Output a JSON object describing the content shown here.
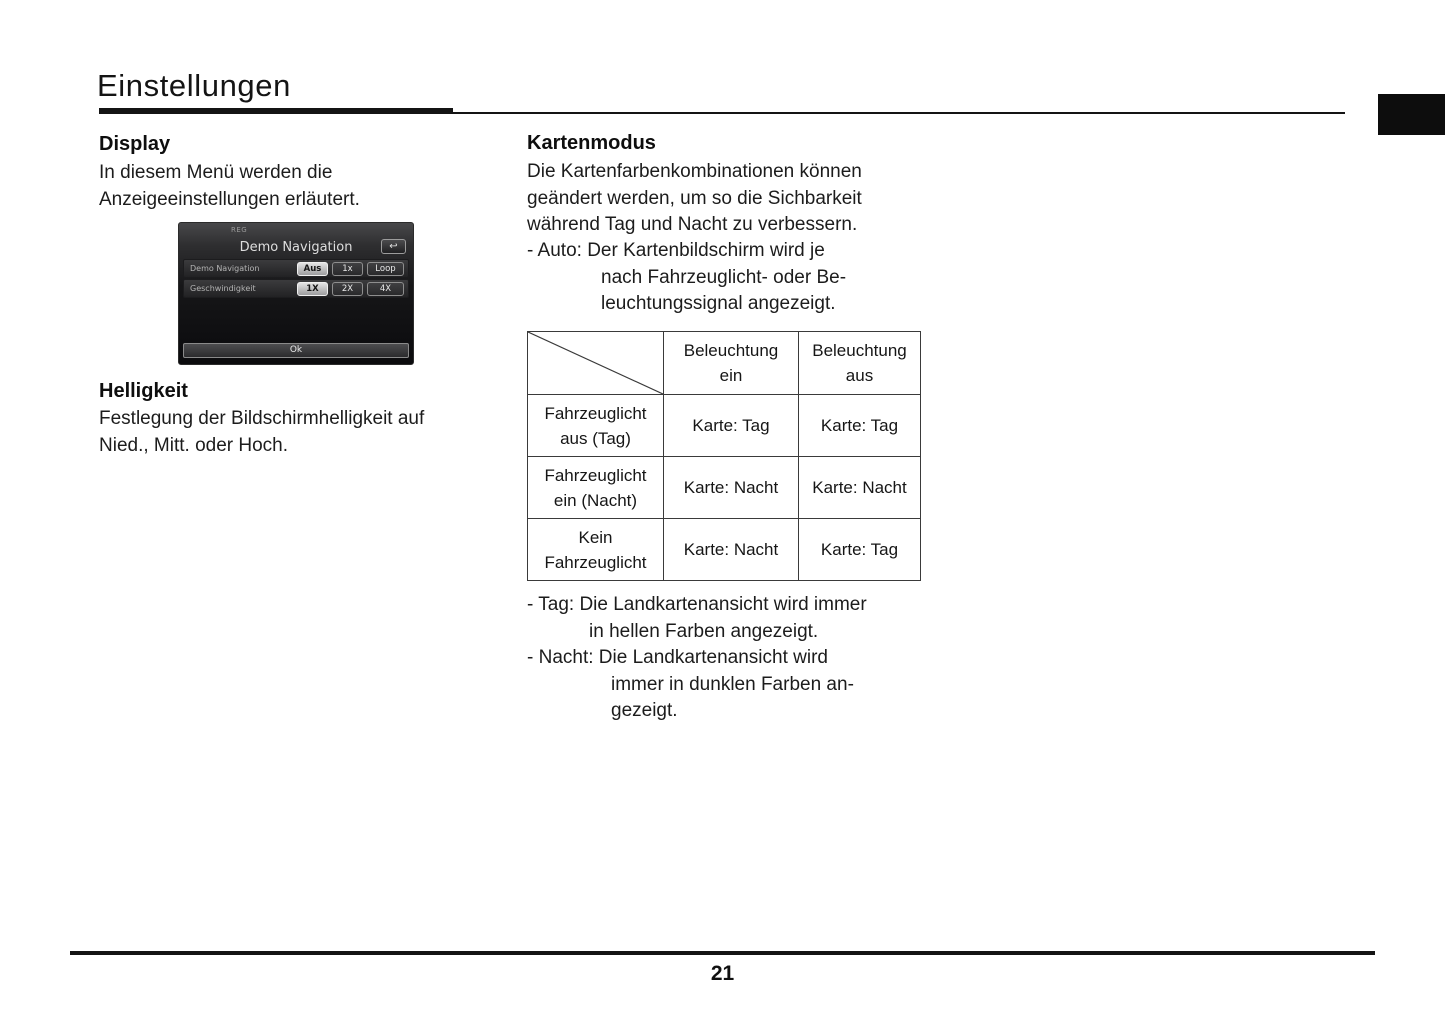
{
  "page": {
    "title": "Einstellungen",
    "page_number": "21"
  },
  "display": {
    "heading": "Display",
    "line1": "In diesem Menü werden die",
    "line2": "Anzeigeeinstellungen erläutert."
  },
  "device": {
    "status_label": "REG",
    "title": "Demo Navigation",
    "back_icon": "↩",
    "rows": [
      {
        "label": "Demo Navigation",
        "buttons": [
          "Aus",
          "1x",
          "Loop"
        ]
      },
      {
        "label": "Geschwindigkeit",
        "buttons": [
          "1X",
          "2X",
          "4X"
        ]
      }
    ],
    "ok_label": "Ok"
  },
  "helligkeit": {
    "heading": "Helligkeit",
    "line1": "Festlegung der Bildschirmhelligkeit auf",
    "line2": "Nied., Mitt. oder Hoch."
  },
  "kartenmodus": {
    "heading": "Kartenmodus",
    "intro_line1": "Die Kartenfarbenkombinationen können",
    "intro_line2": "geändert werden, um so die Sichbarkeit",
    "intro_line3": "während Tag und Nacht zu verbessern.",
    "auto_line1": "- Auto: Der Kartenbildschirm wird je",
    "auto_line2": "nach Fahrzeuglicht- oder Be-",
    "auto_line3": "leuchtungssignal angezeigt.",
    "tag_line1": "- Tag: Die Landkartenansicht wird immer",
    "tag_line2": "in hellen Farben angezeigt.",
    "nacht_line1": "- Nacht: Die Landkartenansicht wird",
    "nacht_line2": "immer in dunklen Farben an-",
    "nacht_line3": "gezeigt."
  },
  "table": {
    "header2_line1": "Beleuchtung",
    "header2_line2": "ein",
    "header3_line1": "Beleuchtung",
    "header3_line2": "aus",
    "rows": [
      {
        "label1": "Fahrzeuglicht",
        "label2": "aus (Tag)",
        "cell1": "Karte: Tag",
        "cell2": "Karte: Tag"
      },
      {
        "label1": "Fahrzeuglicht",
        "label2": "ein (Nacht)",
        "cell1": "Karte: Nacht",
        "cell2": "Karte: Nacht"
      },
      {
        "label1": "Kein",
        "label2": "Fahrzeuglicht",
        "cell1": "Karte: Nacht",
        "cell2": "Karte: Tag"
      }
    ]
  }
}
